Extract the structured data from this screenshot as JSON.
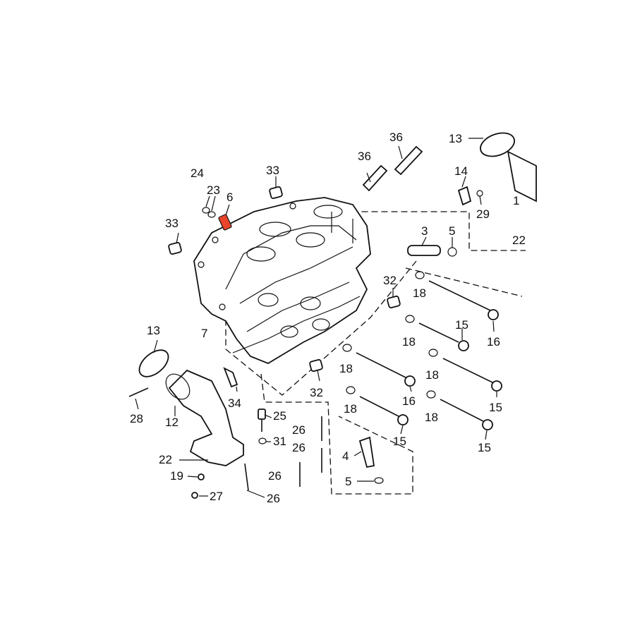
{
  "diagram": {
    "highlight_color": "#e8452c",
    "highlighted_part": "6",
    "labels": {
      "l_24": "24",
      "l_23": "23",
      "l_6": "6",
      "l_33a": "33",
      "l_33b": "33",
      "l_36a": "36",
      "l_36b": "36",
      "l_13a": "13",
      "l_1": "1",
      "l_14": "14",
      "l_29": "29",
      "l_22a": "22",
      "l_3": "3",
      "l_5a": "5",
      "l_32a": "32",
      "l_18a": "18",
      "l_18b": "18",
      "l_16a": "16",
      "l_15a": "15",
      "l_18c": "18",
      "l_18d": "18",
      "l_16b": "16",
      "l_18e": "18",
      "l_15b": "15",
      "l_18f": "18",
      "l_15c": "15",
      "l_15d": "15",
      "l_7": "7",
      "l_13b": "13",
      "l_34": "34",
      "l_32b": "32",
      "l_28": "28",
      "l_12": "12",
      "l_25": "25",
      "l_31": "31",
      "l_26a": "26",
      "l_26b": "26",
      "l_26c": "26",
      "l_26d": "26",
      "l_4": "4",
      "l_5b": "5",
      "l_22b": "22",
      "l_19": "19",
      "l_27": "27"
    }
  }
}
